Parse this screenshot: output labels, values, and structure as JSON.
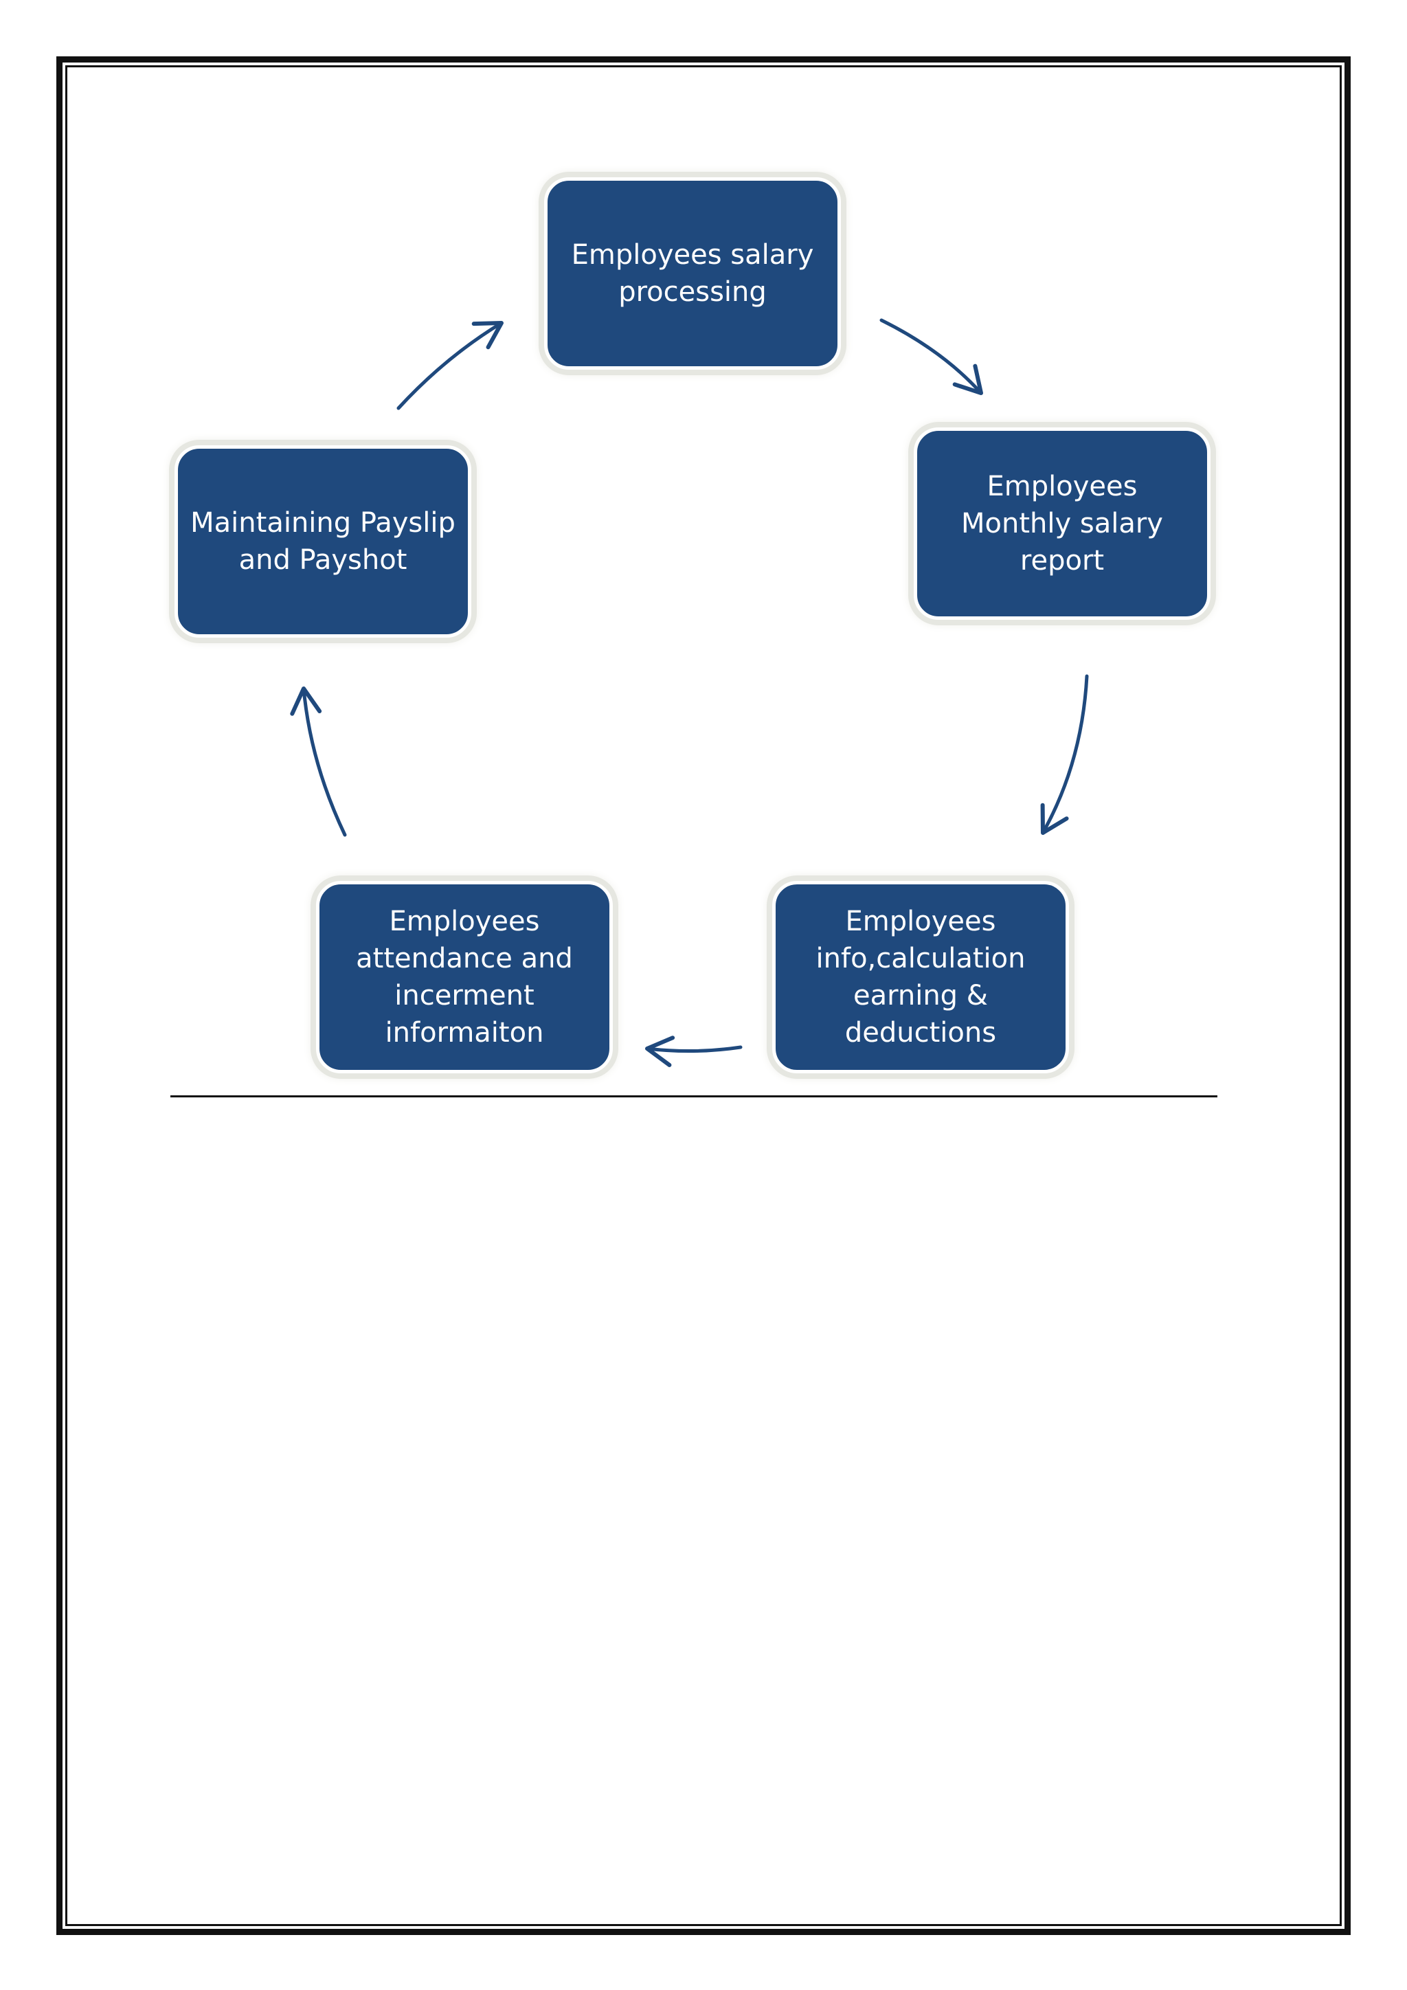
{
  "diagram": {
    "type": "cycle",
    "colors": {
      "node_fill": "#1f497d",
      "node_text": "#ffffff",
      "arrow": "#1f497d",
      "border": "#111111"
    },
    "nodes": [
      {
        "id": "salary-processing",
        "label": "Employees  salary\nprocessing"
      },
      {
        "id": "monthly-report",
        "label": "Employees\nMonthly salary\nreport"
      },
      {
        "id": "earnings-deductions",
        "label": "Employees\ninfo,calculation\nearning &\ndeductions"
      },
      {
        "id": "attendance-increment",
        "label": "Employees\nattendance and\nincerment\ninformaiton"
      },
      {
        "id": "payslip",
        "label": "Maintaining Payslip\nand Payshot"
      }
    ],
    "edges": [
      {
        "from": "salary-processing",
        "to": "monthly-report"
      },
      {
        "from": "monthly-report",
        "to": "earnings-deductions"
      },
      {
        "from": "earnings-deductions",
        "to": "attendance-increment"
      },
      {
        "from": "attendance-increment",
        "to": "payslip"
      },
      {
        "from": "payslip",
        "to": "salary-processing"
      }
    ]
  }
}
